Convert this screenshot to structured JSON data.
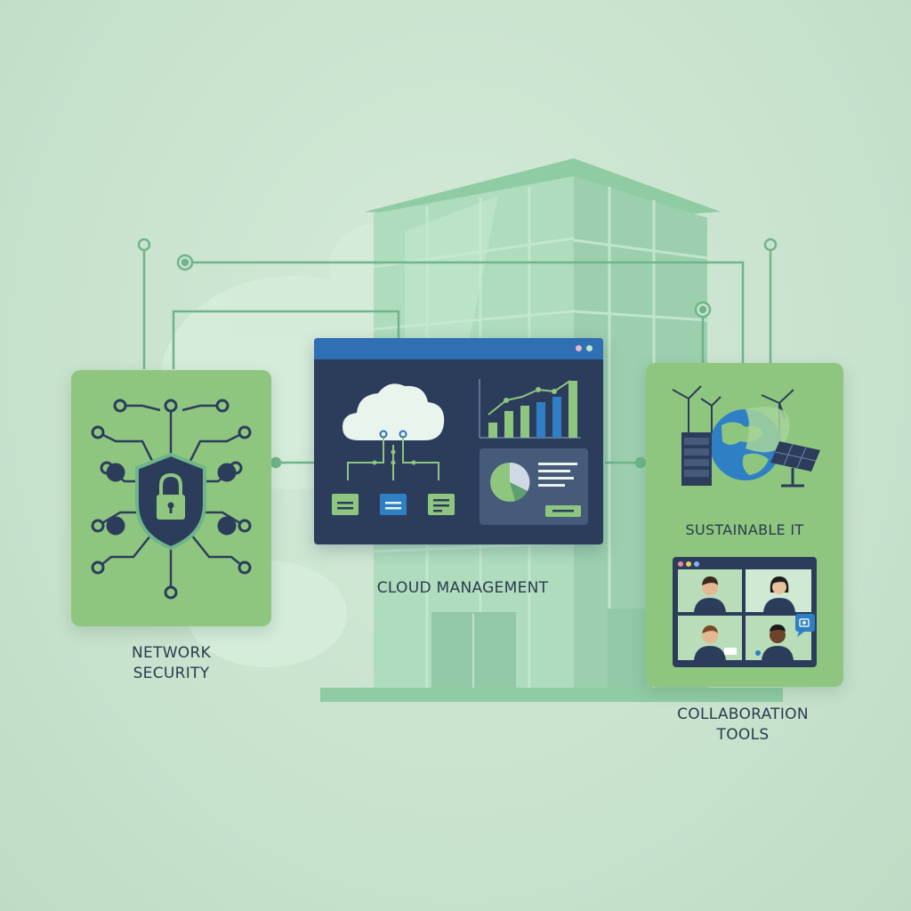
{
  "labels": {
    "network_security": [
      "NETWORK",
      "SECURITY"
    ],
    "cloud_management": "CLOUD MANAGEMENT",
    "sustainable_it": "SUSTAINABLE IT",
    "collaboration_tools": [
      "COLLABORATION",
      "TOOLS"
    ]
  },
  "colors": {
    "background": "#c9e3cf",
    "panel_green": "#8fc67f",
    "navy": "#2c3d5c",
    "window_titlebar": "#2f6fb4",
    "building": "#9fd2b0",
    "accent_blue": "#2f7fc4"
  },
  "icons": [
    "lock-icon",
    "shield-icon",
    "cloud-icon",
    "bar-chart-icon",
    "pie-chart-icon",
    "server-icon",
    "globe-icon",
    "wind-turbine-icon",
    "solar-panel-icon",
    "camera-icon",
    "person-icon"
  ]
}
